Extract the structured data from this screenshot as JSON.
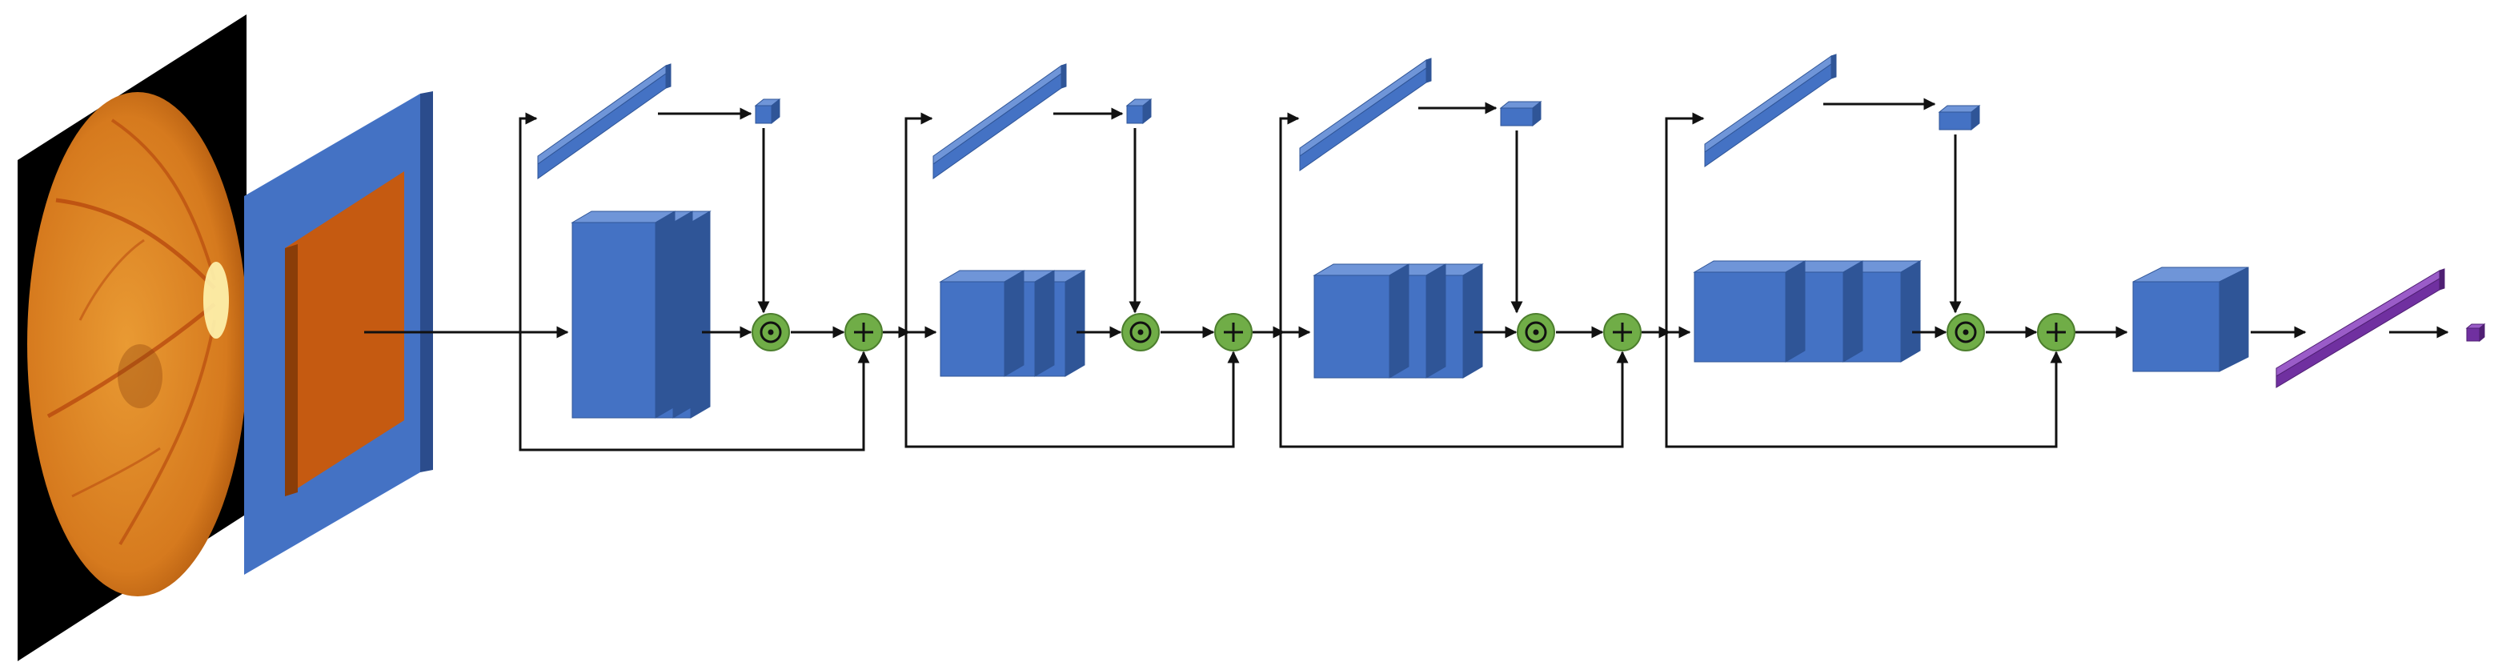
{
  "colors": {
    "background": "#ffffff",
    "block_front": "#4472c4",
    "block_side": "#2f5597",
    "block_top": "#6f95d8",
    "stem_plate": "#4472c4",
    "stem_plate_side": "#2b4c8c",
    "stem_kernel": "#c55a11",
    "stem_kernel_side": "#8a3d08",
    "operator_fill": "#70ad47",
    "operator_stroke": "#4d7f2e",
    "output_front": "#7030a0",
    "output_top": "#9a5cc8",
    "output_side": "#4f1f73",
    "fundus_rim": "#a8520b",
    "fundus_center": "#e99a33",
    "fundus_disc": "#fff5b0",
    "arrow": "#111111"
  },
  "input_image": {
    "kind": "retinal-fundus-photograph",
    "background_color": "#000000"
  },
  "operators": {
    "multiply_symbol": "⊙",
    "add_symbol": "+"
  },
  "stages": [
    {
      "conv_slices": 3,
      "has_attention_branch": true
    },
    {
      "conv_slices": 3,
      "has_attention_branch": true
    },
    {
      "conv_slices": 3,
      "has_attention_branch": true
    },
    {
      "conv_slices": 3,
      "has_attention_branch": true
    }
  ],
  "output": {
    "final_block": "cube",
    "fc_vector": "long-bar",
    "prediction": "small-cube"
  }
}
